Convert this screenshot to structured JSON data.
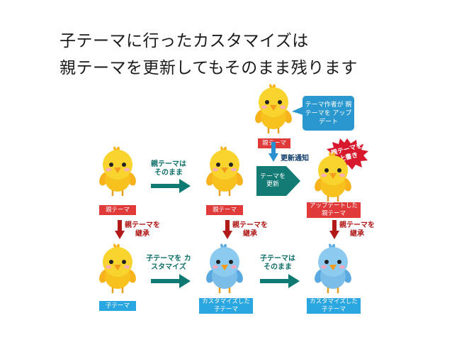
{
  "title": {
    "line1": "子テーマに行ったカスタマイズは",
    "line2": "親テーマを更新してもそのまま残ります"
  },
  "top": {
    "callout": "テーマ作者が 親テーマを アップデート",
    "label": "親テーマ",
    "notice": "更新通知",
    "update_arrow": "テーマを 更新",
    "burst": "親テーマを 上書き"
  },
  "row1": {
    "labels": [
      "親テーマ",
      "親テーマ",
      "アップデートした 親テーマ"
    ],
    "arrow1": "親テーマは そのまま"
  },
  "inherit": [
    "親テーマを 継承",
    "親テーマを 継承",
    "親テーマを 継承"
  ],
  "row2": {
    "labels": [
      "子テーマ",
      "カスタマイズした 子テーマ",
      "カスタマイズした 子テーマ"
    ],
    "arrow1": "子テーマを カスタマイズ",
    "arrow2": "子テーマは そのまま"
  },
  "colors": {
    "yellow_chick": "#f8d02a",
    "blue_chick": "#8ccaf0",
    "parent_label": "#e03a3a",
    "child_label": "#2aa6e0",
    "teal_arrow": "#0f7a73",
    "inherit_arrow": "#b21a1a",
    "notice_arrow": "#2a8fd0",
    "burst": "#d8182d"
  },
  "icons": {
    "chick": "yellow-chick-icon",
    "chick_blue": "blue-chick-icon",
    "arrow_right": "teal-arrow-right-icon",
    "arrow_down": "red-arrow-down-icon"
  }
}
